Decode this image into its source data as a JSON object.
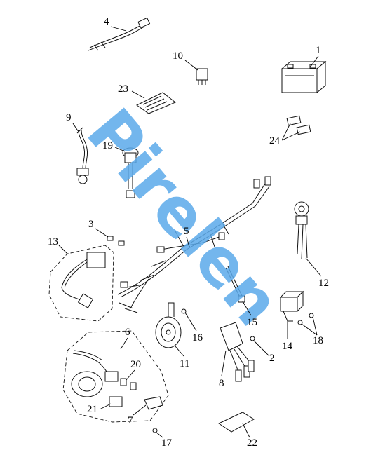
{
  "watermark": {
    "text": "Pirelen",
    "color": "#5aa9ea"
  },
  "callouts": {
    "c1": "1",
    "c2": "2",
    "c3": "3",
    "c4": "4",
    "c5": "5",
    "c6": "6",
    "c7": "7",
    "c8": "8",
    "c9": "9",
    "c10": "10",
    "c11": "11",
    "c12": "12",
    "c13": "13",
    "c14": "14",
    "c15": "15",
    "c16": "16",
    "c17": "17",
    "c18": "18",
    "c19": "19",
    "c20": "20",
    "c21": "21",
    "c22": "22",
    "c23": "23",
    "c24": "24"
  }
}
